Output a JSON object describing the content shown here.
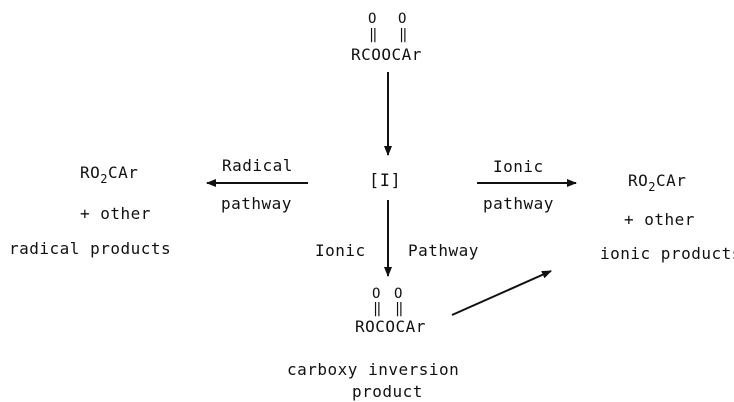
{
  "reactant": {
    "o1": "O",
    "o2": "O",
    "formula": "RCOOCAr"
  },
  "intermediate": "[I]",
  "left_product": {
    "formula_main": "RO",
    "formula_sub": "2",
    "formula_tail": "CAr",
    "line2": "+ other",
    "line3": "radical products"
  },
  "right_product": {
    "formula_main": "RO",
    "formula_sub": "2",
    "formula_tail": "CAr",
    "line2": "+ other",
    "line3": "ionic products"
  },
  "radical_label": {
    "line1": "Radical",
    "line2": "pathway"
  },
  "ionic_right_label": {
    "line1": "Ionic",
    "line2": "pathway"
  },
  "ionic_down_label": {
    "left": "Ionic",
    "right": "Pathway"
  },
  "carboxy": {
    "o1": "O",
    "o2": "O",
    "formula": "ROCOCAr",
    "label1": "carboxy inversion",
    "label2": "product"
  },
  "colors": {
    "ink": "#111111",
    "background": "#ffffff"
  }
}
